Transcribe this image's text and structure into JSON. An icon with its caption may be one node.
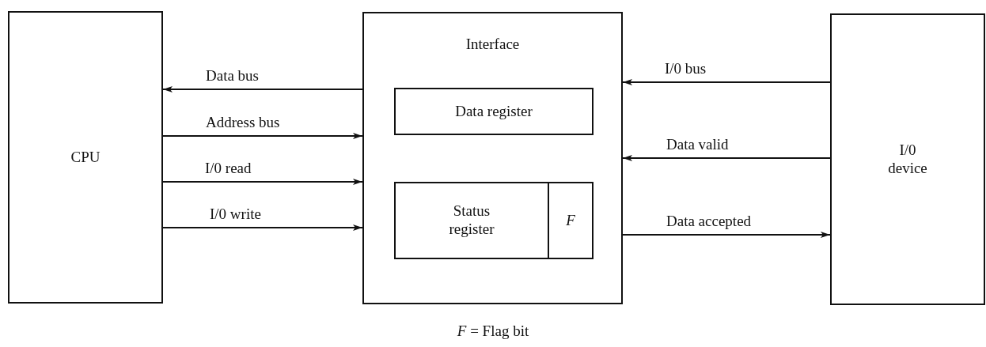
{
  "diagram": {
    "caption": "*F* = Flag bit",
    "nodes": [
      {
        "text": [
          "CPU"
        ]
      },
      {
        "text": [
          "Interface"
        ]
      },
      {
        "text": [
          "Data register"
        ],
        "in": 1
      },
      {
        "text": [
          "Status register"
        ],
        "in": 1
      },
      {
        "text": [
          "F"
        ],
        "in": 1
      },
      {
        "text": [
          "I/0 device"
        ]
      }
    ],
    "edges": [
      {
        "from": 1,
        "to": 0,
        "arrow": "to",
        "label": "Data bus"
      },
      {
        "from": 0,
        "to": 1,
        "arrow": "to",
        "label": "Address bus"
      },
      {
        "from": 0,
        "to": 1,
        "arrow": "to",
        "label": "I/0 read"
      },
      {
        "from": 0,
        "to": 1,
        "arrow": "to",
        "label": "I/0 write"
      },
      {
        "from": 5,
        "to": 1,
        "arrow": "to",
        "label": "I/0 bus"
      },
      {
        "from": 5,
        "to": 1,
        "arrow": "to",
        "label": "Data valid"
      },
      {
        "from": 1,
        "to": 5,
        "arrow": "to",
        "label": "Data accepted"
      }
    ]
  }
}
